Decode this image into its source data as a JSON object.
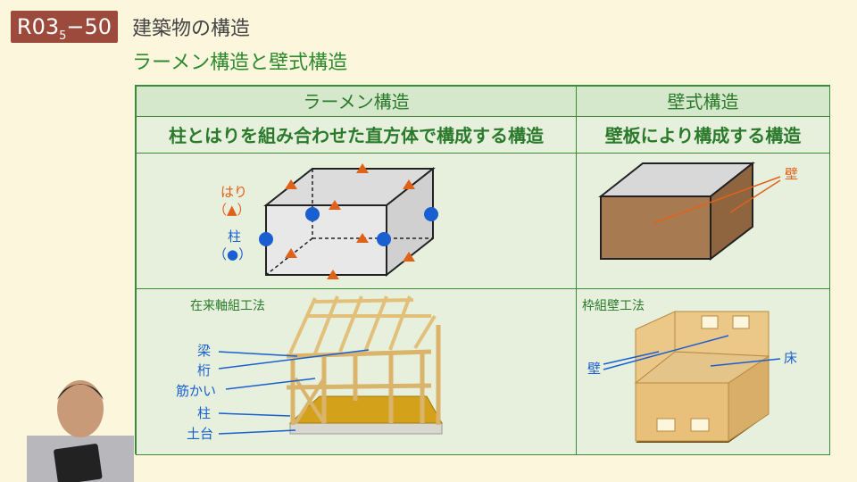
{
  "header": {
    "code_main": "R03",
    "code_sub": "5",
    "code_num": "−50",
    "category": "建築物の構造",
    "topic": "ラーメン構造と壁式構造"
  },
  "table": {
    "rahmen": {
      "heading": "ラーメン構造",
      "description": "柱とはりを組み合わせた直方体で構成する構造",
      "legend_beam": "はり",
      "legend_beam_symbol": "（▲）",
      "legend_column": "柱",
      "legend_column_symbol": "（●）",
      "method_title": "在来軸組工法",
      "parts": [
        "梁",
        "桁",
        "筋かい",
        "柱",
        "土台"
      ]
    },
    "wall": {
      "heading": "壁式構造",
      "description": "壁板により構成する構造",
      "wall_label": "壁",
      "method_title": "枠組壁工法",
      "wall_part": "壁",
      "floor_part": "床"
    }
  },
  "colors": {
    "badge": "#9c4a3c",
    "accent_green": "#2b7a2b",
    "beam_orange": "#e0621a",
    "column_blue": "#1a5fd0"
  }
}
